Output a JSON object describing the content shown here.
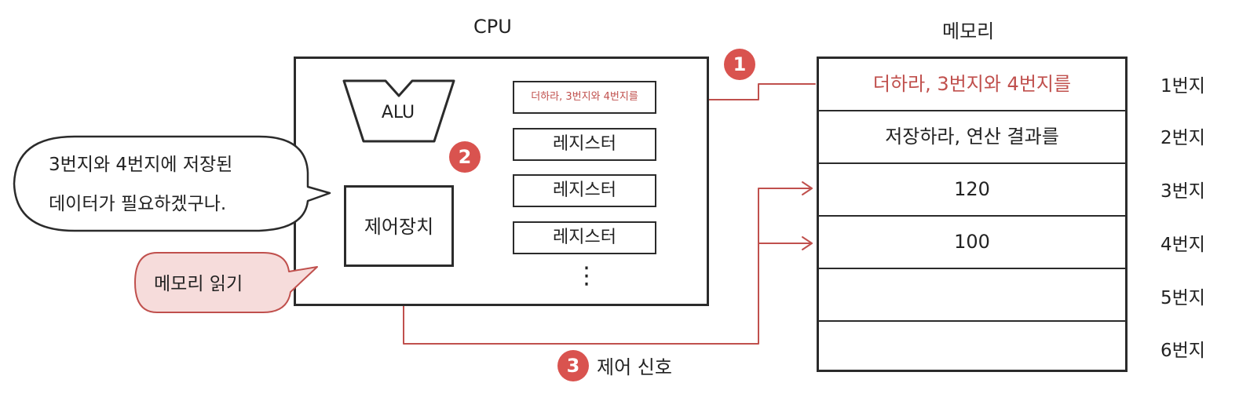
{
  "cpu": {
    "title": "CPU",
    "alu_label": "ALU",
    "control_unit_label": "제어장치",
    "registers": [
      "더하라, 3번지와 4번지를",
      "레지스터",
      "레지스터",
      "레지스터"
    ],
    "ellipsis": "⋮"
  },
  "memory": {
    "title": "메모리",
    "cells": [
      "더하라, 3번지와 4번지를",
      "저장하라, 연산 결과를",
      "120",
      "100",
      "",
      ""
    ],
    "addresses": [
      "1번지",
      "2번지",
      "3번지",
      "4번지",
      "5번지",
      "6번지"
    ]
  },
  "steps": [
    "1",
    "2",
    "3"
  ],
  "control_signal_label": "제어 신호",
  "speech_bubble": {
    "line1": "3번지와 4번지에 저장된",
    "line2": "데이터가 필요하겠구나."
  },
  "memory_read_bubble": "메모리 읽기",
  "colors": {
    "accent": "#d9534f",
    "arrow": "#c0504d",
    "bubble_fill": "#f6dcdb"
  }
}
